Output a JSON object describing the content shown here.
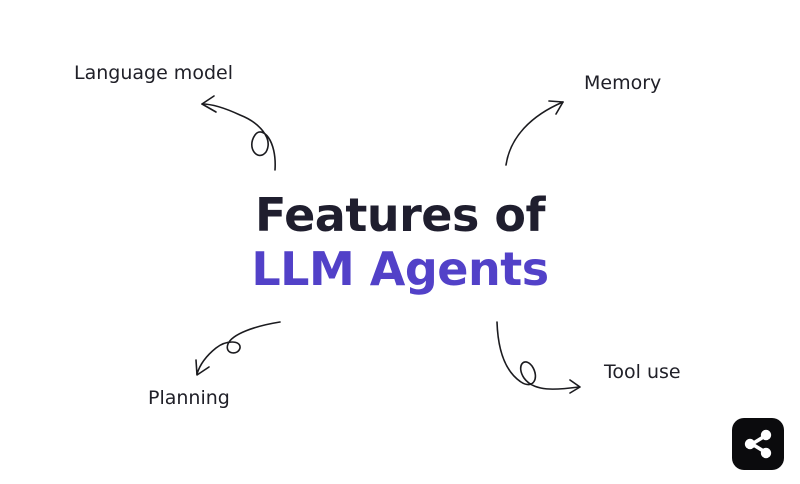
{
  "title": {
    "line1": "Features of",
    "line2": "LLM Agents",
    "line1_color": "#1f1e2e",
    "line2_color": "#5241c8"
  },
  "features": {
    "language_model": "Language model",
    "memory": "Memory",
    "planning": "Planning",
    "tool_use": "Tool use"
  },
  "icons": {
    "share": "share-icon",
    "arrow": "hand-drawn-arrow-icon"
  },
  "colors": {
    "background": "#ffffff",
    "text": "#202028",
    "accent": "#5241c8",
    "button_bg": "#0b0b0d"
  }
}
